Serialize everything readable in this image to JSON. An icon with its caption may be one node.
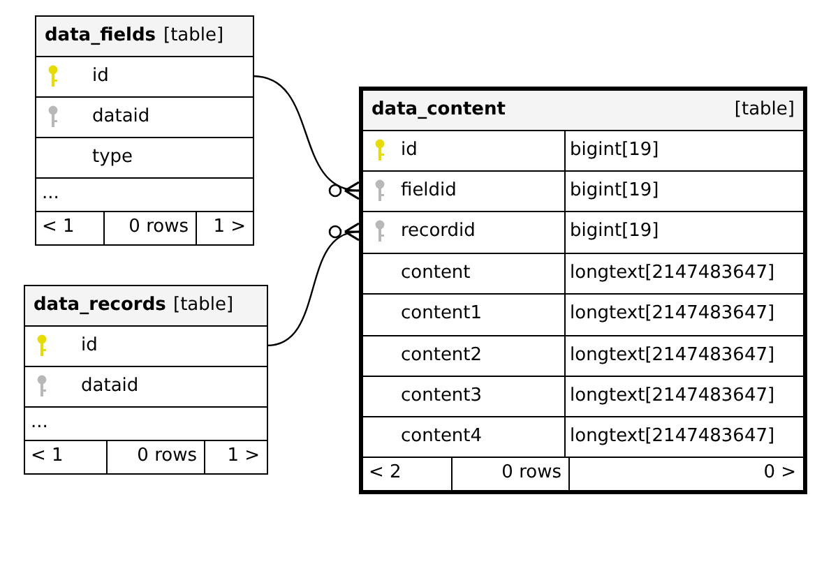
{
  "diagram": {
    "nodes": [
      {
        "text": [
          "data_fields",
          "[table]"
        ]
      },
      {
        "text": [
          "id"
        ],
        "in": 0
      },
      {
        "text": [
          "dataid"
        ],
        "in": 0
      },
      {
        "text": [
          "type"
        ],
        "in": 0
      },
      {
        "text": [
          "..."
        ],
        "in": 0
      },
      {
        "text": [
          "< 1"
        ],
        "in": 0
      },
      {
        "text": [
          "0 rows"
        ],
        "in": 0
      },
      {
        "text": [
          "1 >"
        ],
        "in": 0
      },
      {
        "text": [
          "data_records",
          "[table]"
        ]
      },
      {
        "text": [
          "id"
        ],
        "in": 8
      },
      {
        "text": [
          "dataid"
        ],
        "in": 8
      },
      {
        "text": [
          "..."
        ],
        "in": 8
      },
      {
        "text": [
          "< 1"
        ],
        "in": 8
      },
      {
        "text": [
          "0 rows"
        ],
        "in": 8
      },
      {
        "text": [
          "1 >"
        ],
        "in": 8
      },
      {
        "text": [
          "data_content",
          "[table]"
        ]
      },
      {
        "text": [
          "id",
          "bigint[19]"
        ],
        "in": 15
      },
      {
        "text": [
          "fieldid",
          "bigint[19]"
        ],
        "in": 15
      },
      {
        "text": [
          "recordid",
          "bigint[19]"
        ],
        "in": 15
      },
      {
        "text": [
          "content",
          "longtext[2147483647]"
        ],
        "in": 15
      },
      {
        "text": [
          "content1",
          "longtext[2147483647]"
        ],
        "in": 15
      },
      {
        "text": [
          "content2",
          "longtext[2147483647]"
        ],
        "in": 15
      },
      {
        "text": [
          "content3",
          "longtext[2147483647]"
        ],
        "in": 15
      },
      {
        "text": [
          "content4",
          "longtext[2147483647]"
        ],
        "in": 15
      },
      {
        "text": [
          "< 2"
        ],
        "in": 15
      },
      {
        "text": [
          "0 rows"
        ],
        "in": 15
      },
      {
        "text": [
          "0 >"
        ],
        "in": 15
      }
    ],
    "edges": [
      {
        "from": 1,
        "to": 17,
        "arrow": "other"
      },
      {
        "from": 9,
        "to": 18,
        "arrow": "other"
      }
    ]
  }
}
